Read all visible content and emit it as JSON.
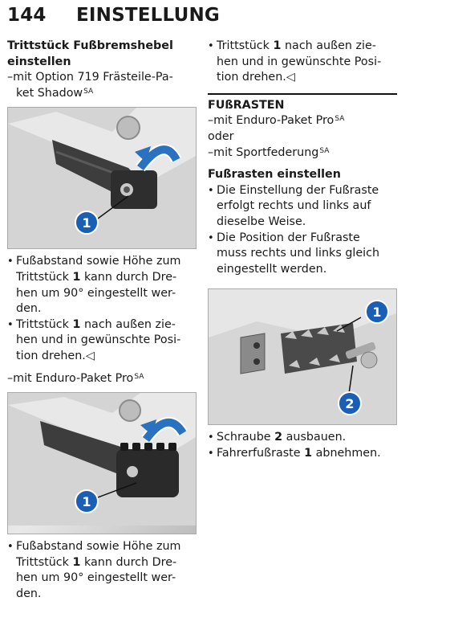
{
  "page": {
    "number": "144",
    "title": "EINSTELLUNG"
  },
  "left": {
    "heading1_line1": "Trittstück Fußbremshebel",
    "heading1_line2": "einstellen",
    "option719": "mit Option 719 Frästeile-Pa-",
    "option719_l2": "ket Shadow",
    "sa": "SA",
    "bullet1_l1": "Fußabstand sowie Höhe zum",
    "bullet1_l2a": "Trittstück ",
    "num1": "1",
    "bullet1_l2b": " kann durch Dre-",
    "bullet1_l3": "hen um 90° eingestellt wer-",
    "bullet1_l4": "den.",
    "bullet2_l1a": "Trittstück ",
    "bullet2_l1b": " nach außen zie-",
    "bullet2_l2": "hen und in gewünschte Posi-",
    "bullet2_l3": "tion drehen.◁",
    "enduro": "mit Enduro-Paket Pro"
  },
  "right": {
    "cont_l1a": "Trittstück ",
    "cont_l1b": " nach außen zie-",
    "cont_l2": "hen und in gewünschte Posi-",
    "cont_l3": "tion drehen.◁",
    "section": "FUßRASTEN",
    "enduro": "mit Enduro-Paket Pro",
    "oder": "oder",
    "sport": "mit Sportfederung",
    "heading2": "Fußrasten einstellen",
    "b1_l1": "Die Einstellung der Fußraste",
    "b1_l2": "erfolgt rechts und links auf",
    "b1_l3": "dieselbe Weise.",
    "b2_l1": "Die Position der Fußraste",
    "b2_l2": "muss rechts und links gleich",
    "b2_l3": "eingestellt werden.",
    "s1a": "Schraube ",
    "num2": "2",
    "s1b": " ausbauen.",
    "s2a": "Fahrerfußraste ",
    "s2b": " abnehmen."
  },
  "figures": {
    "callout_color": "#1a5fb4",
    "arrow_color": "#2a72c0"
  }
}
